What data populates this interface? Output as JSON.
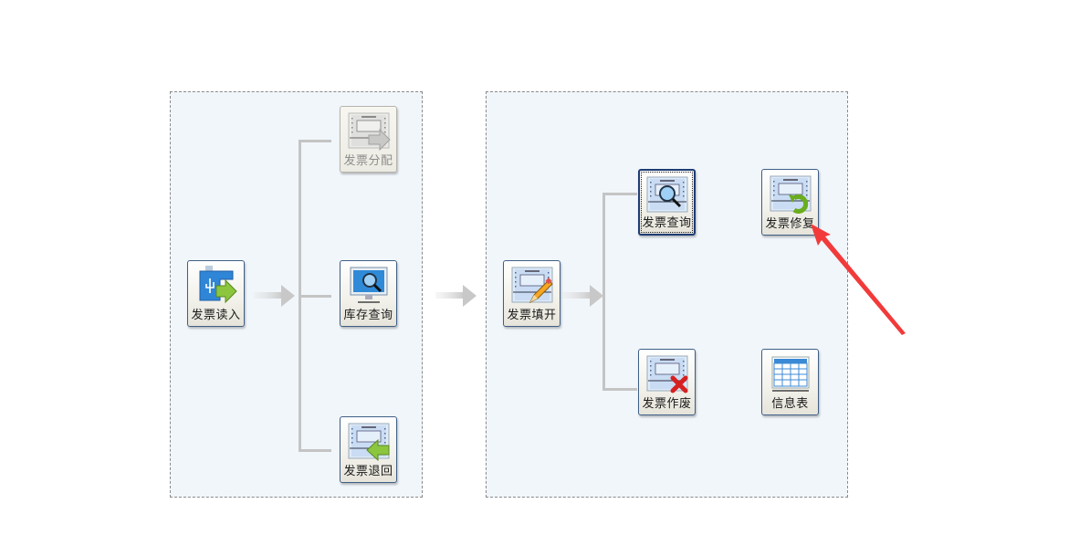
{
  "left_panel": {
    "buttons": [
      {
        "id": "read",
        "label": "发票读入",
        "icon": "usb-import-icon",
        "state": "normal"
      },
      {
        "id": "allocate",
        "label": "发票分配",
        "icon": "invoice-forward-icon",
        "state": "disabled"
      },
      {
        "id": "stock",
        "label": "库存查询",
        "icon": "monitor-search-icon",
        "state": "normal"
      },
      {
        "id": "return",
        "label": "发票退回",
        "icon": "invoice-return-icon",
        "state": "normal"
      }
    ]
  },
  "right_panel": {
    "buttons": [
      {
        "id": "issue",
        "label": "发票填开",
        "icon": "invoice-edit-icon",
        "state": "normal"
      },
      {
        "id": "query",
        "label": "发票查询",
        "icon": "invoice-search-icon",
        "state": "focused"
      },
      {
        "id": "repair",
        "label": "发票修复",
        "icon": "invoice-repair-icon",
        "state": "normal"
      },
      {
        "id": "void",
        "label": "发票作废",
        "icon": "invoice-void-icon",
        "state": "normal"
      },
      {
        "id": "info",
        "label": "信息表",
        "icon": "table-icon",
        "state": "normal"
      }
    ]
  },
  "annotation": {
    "type": "red-arrow",
    "points_to": "发票修复",
    "color": "#f23a3a"
  },
  "colors": {
    "panel_bg": "#f1f6fb",
    "connector": "#c4c4c4",
    "button_border": "#3f5f86",
    "accent_blue": "#3b8ad6",
    "accent_green": "#8cc63f"
  }
}
